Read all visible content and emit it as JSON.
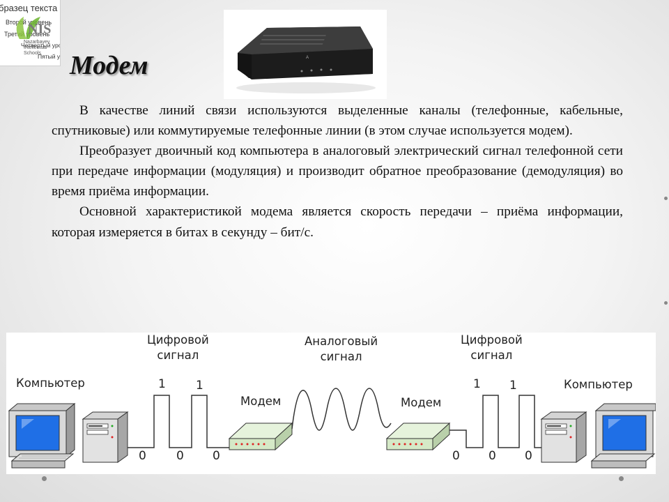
{
  "placeholder": {
    "line1": "бразец текста",
    "line2": "Второй уровень",
    "line3": "Третий уровень",
    "line4": "Четвертый уровень",
    "line5": "Пятый уровень",
    "logo_text": "NIS",
    "logo_sub1": "Nazarbayev",
    "logo_sub2": "Intellectual",
    "logo_sub3": "Schools"
  },
  "slide": {
    "title": "Модем",
    "paragraphs": [
      "В качестве линий связи используются выделенные каналы (телефонные, кабельные, спутниковые) или коммутируемые телефонные линии (в этом случае используется модем).",
      "Преобразует двоичный код компьютера в аналоговый электрический сигнал телефонной сети при передаче информации (модуляция) и производит обратное преобразование (демодуляция) во время приёма информации.",
      "Основной характеристикой модема является скорость передачи – приёма информации, которая измеряется в битах в секунду – бит/с."
    ]
  },
  "diagram": {
    "left_computer": "Компьютер",
    "right_computer": "Компьютер",
    "left_digital_1": "Цифровой",
    "left_digital_2": "сигнал",
    "analog_1": "Аналоговый",
    "analog_2": "сигнал",
    "right_digital_1": "Цифровой",
    "right_digital_2": "сигнал",
    "left_modem": "Модем",
    "right_modem": "Модем",
    "bit_one": "1",
    "bit_zero": "0"
  },
  "colors": {
    "screen": "#1f6fe6",
    "modem": "#e6f3dc",
    "line": "#333333"
  }
}
